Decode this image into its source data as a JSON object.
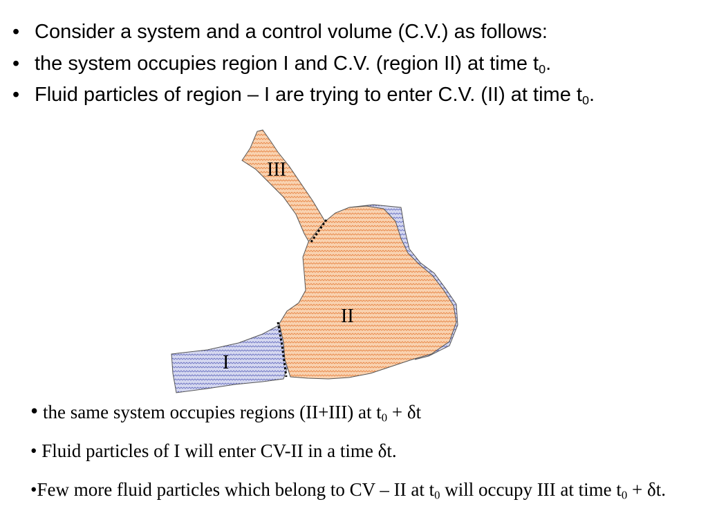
{
  "bullets_top": [
    {
      "marker": "•",
      "text": "Consider a system and a control volume (C.V.) as follows:"
    },
    {
      "marker": "•",
      "text_before": "the system occupies region I and C.V. (region II) at time t",
      "sub": "0",
      "text_after": "."
    },
    {
      "marker": "•",
      "text_before": "Fluid particles of region – I are trying to enter C.V. (II) at time t",
      "sub": "0",
      "text_after": "."
    }
  ],
  "figure": {
    "labels": {
      "region_1": "I",
      "region_2": "II",
      "region_3": "III"
    },
    "colors": {
      "system_fill": "#f9d2b0",
      "system_stroke_pattern": "#e8894a",
      "cv_fill": "#d5d8f0",
      "cv_stroke_pattern": "#6e74c2",
      "outline": "#333333",
      "boundary_dotted": "#000000"
    }
  },
  "bullets_bottom": [
    {
      "marker": "•",
      "text_before": " the same system occupies regions (II+III) at t",
      "sub": "0",
      "text_after": " + δt"
    },
    {
      "marker": "•",
      "text": " Fluid particles of I will  enter CV-II in a time δt."
    },
    {
      "marker": "•",
      "text_before": "Few more fluid particles which belong to CV – II at t",
      "sub": "0",
      "text_mid": " will occupy III at time t",
      "sub2": "0",
      "text_after": " + δt."
    }
  ]
}
